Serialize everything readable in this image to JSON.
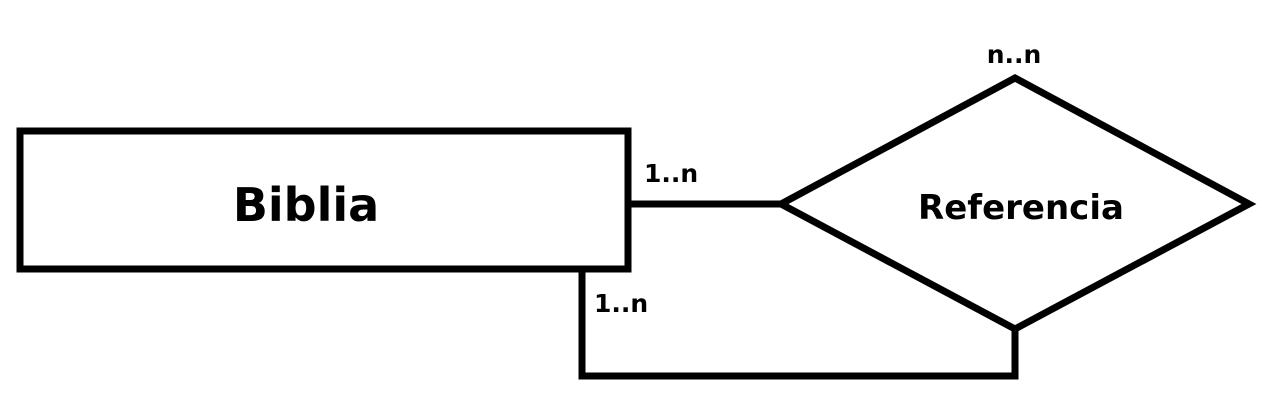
{
  "entities": [
    {
      "id": "biblia",
      "label": "Biblia"
    }
  ],
  "relationships": [
    {
      "id": "referencia",
      "label": "Referencia"
    }
  ],
  "cardinalities": {
    "relationship_top": "n..n",
    "entity_right": "1..n",
    "entity_bottom": "1..n"
  },
  "colors": {
    "stroke": "#000000",
    "background": "#ffffff"
  }
}
